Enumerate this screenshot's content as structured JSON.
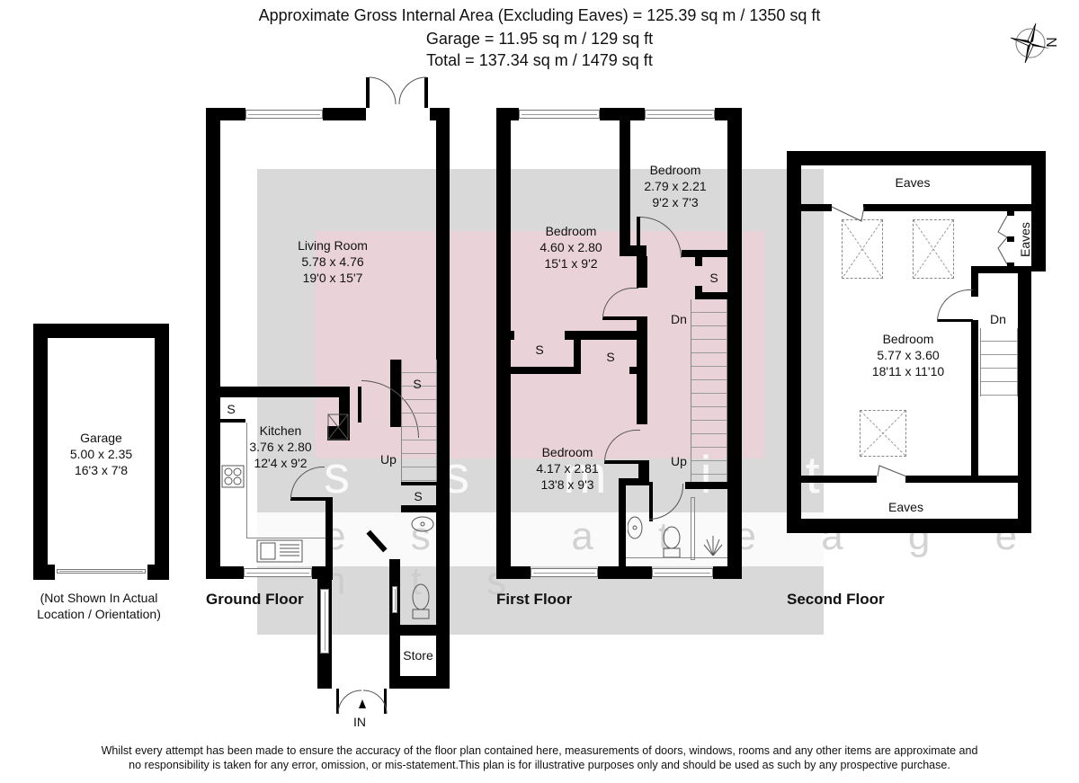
{
  "header": {
    "line1": "Approximate Gross Internal Area (Excluding Eaves) = 125.39 sq m /  1350 sq ft",
    "line2": "Garage = 11.95 sq m /  129 sq ft",
    "line3": "Total = 137.34 sq m /  1479 sq ft"
  },
  "compass": {
    "icon": "compass-rose-icon",
    "label": "N"
  },
  "watermark": {
    "brand_line1": "s  s  m  i  t  h",
    "brand_line2": "e  s  t  a  t  e    a  g  e  n  t  s"
  },
  "garage": {
    "name": "Garage",
    "metric": "5.00 x 2.35",
    "imperial": "16'3 x 7'8",
    "note_line1": "(Not Shown In Actual",
    "note_line2": "Location / Orientation)"
  },
  "ground_floor": {
    "title": "Ground Floor",
    "rooms": [
      {
        "name": "Living Room",
        "metric": "5.78 x 4.76",
        "imperial": "19'0 x 15'7"
      },
      {
        "name": "Kitchen",
        "metric": "3.76 x 2.80",
        "imperial": "12'4 x 9'2"
      }
    ],
    "labels": {
      "store_kitchen": "S",
      "store_stairs": "S",
      "store_under": "S",
      "store": "Store",
      "up": "Up",
      "entrance": "IN"
    }
  },
  "first_floor": {
    "title": "First Floor",
    "rooms": [
      {
        "name": "Bedroom",
        "metric": "2.79 x 2.21",
        "imperial": "9'2 x 7'3"
      },
      {
        "name": "Bedroom",
        "metric": "4.60 x 2.80",
        "imperial": "15'1 x 9'2"
      },
      {
        "name": "Bedroom",
        "metric": "4.17 x 2.81",
        "imperial": "13'8 x 9'3"
      }
    ],
    "labels": {
      "s1": "S",
      "s2": "S",
      "s3": "S",
      "down": "Dn",
      "up": "Up"
    }
  },
  "second_floor": {
    "title": "Second Floor",
    "rooms": [
      {
        "name": "Bedroom",
        "metric": "5.77 x 3.60",
        "imperial": "18'11 x 11'10"
      }
    ],
    "labels": {
      "eaves_top": "Eaves",
      "eaves_side": "Eaves",
      "eaves_bottom": "Eaves",
      "down": "Dn"
    }
  },
  "footer": {
    "line1": "Whilst every attempt has been made to ensure the accuracy of the floor plan contained here, measurements of doors, windows, rooms and any other items are approximate and",
    "line2": "no responsibility is taken for any error, omission, or mis-statement.This plan is for illustrative purposes only and should be used as such by any prospective purchase."
  },
  "colors": {
    "wall": "#000000",
    "watermark_grey": "#d9d9d9",
    "watermark_pink": "#ead2d9"
  }
}
